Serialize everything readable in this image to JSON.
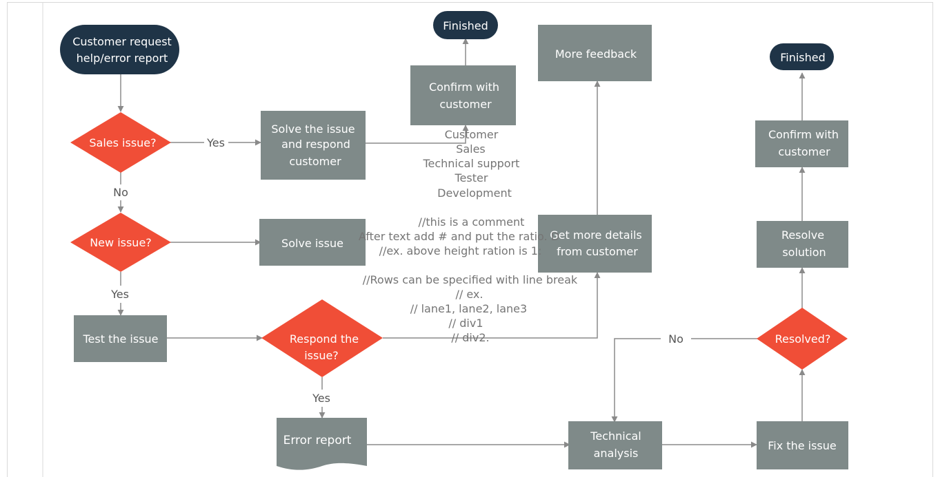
{
  "colors": {
    "process": "#7f8a89",
    "decision": "#f04e37",
    "terminal": "#1f3447",
    "arrow": "#8a8a8a",
    "annotation": "#757575",
    "border": "#d9d9d9"
  },
  "nodes": {
    "start": "Customer request help/error report",
    "sales_issue": "Sales issue?",
    "solve_respond": "Solve the issue and respond customer",
    "confirm_top": "Confirm with customer",
    "finished_top": "Finished",
    "new_issue": "New issue?",
    "solve_issue": "Solve issue",
    "test_issue": "Test the issue",
    "respond_issue": "Respond the issue?",
    "error_report": "Error report",
    "more_feedback": "More feedback",
    "more_details": "Get more details from customer",
    "technical_analysis": "Technical analysis",
    "fix_issue": "Fix the issue",
    "resolved": "Resolved?",
    "resolve_solution": "Resolve solution",
    "confirm_right": "Confirm with customer",
    "finished_right": "Finished"
  },
  "edge_labels": {
    "sales_yes": "Yes",
    "sales_no": "No",
    "new_yes": "Yes",
    "respond_yes": "Yes",
    "resolved_no": "No"
  },
  "lanes_note": [
    "Customer",
    "Sales",
    "Technical support",
    "Tester",
    "Development"
  ],
  "comment_note": [
    "//this is a comment",
    "After text add # and put the ratio. D",
    "//ex. above height ration is 1:",
    "",
    "//Rows can be specified with line break",
    "// ex.",
    "// lane1, lane2, lane3",
    "// div1",
    "// div2."
  ]
}
